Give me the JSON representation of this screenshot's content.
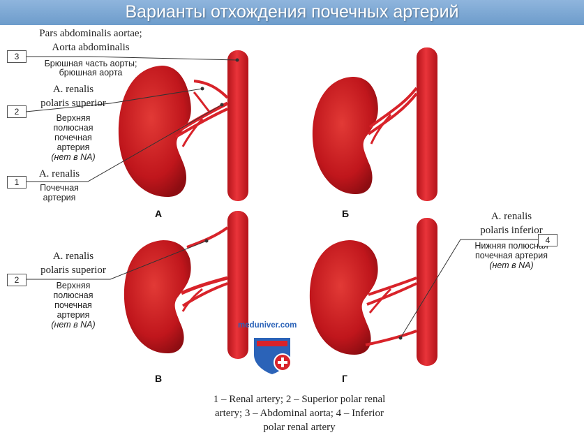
{
  "header": {
    "title": "Варианты отхождения почечных артерий"
  },
  "labels": {
    "l3_latin": [
      "Pars abdominalis aortae;",
      "Aorta abdominalis"
    ],
    "l3_ru": [
      "Брюшная часть аорты;",
      "брюшная аорта"
    ],
    "l2_latin": [
      "A. renalis",
      "polaris superior"
    ],
    "l2_ru": [
      "Верхняя",
      "полюсная",
      "почечная",
      "артерия",
      "(нет в NA)"
    ],
    "l1_latin": "A. renalis",
    "l1_ru": [
      "Почечная",
      "артерия"
    ],
    "l2b_latin": [
      "A. renalis",
      "polaris superior"
    ],
    "l2b_ru": [
      "Верхняя",
      "полюсная",
      "почечная",
      "артерия",
      "(нет в NA)"
    ],
    "l4_latin": [
      "A. renalis",
      "polaris inferior"
    ],
    "l4_ru": [
      "Нижняя полюсная",
      "почечная артерия",
      "(нет в NA)"
    ]
  },
  "boxes": {
    "b3": "3",
    "b2": "2",
    "b1": "1",
    "b2b": "2",
    "b4": "4"
  },
  "panels": {
    "a": "А",
    "b": "Б",
    "v": "В",
    "g": "Г"
  },
  "watermark": "meduniver.com",
  "caption": [
    "1 – Renal artery; 2 – Superior polar renal",
    "artery; 3 – Abdominal aorta; 4 – Inferior",
    "polar renal artery"
  ],
  "colors": {
    "header": "#7aa7d6",
    "artery": "#d8232a",
    "kidney": "#c0161c"
  }
}
